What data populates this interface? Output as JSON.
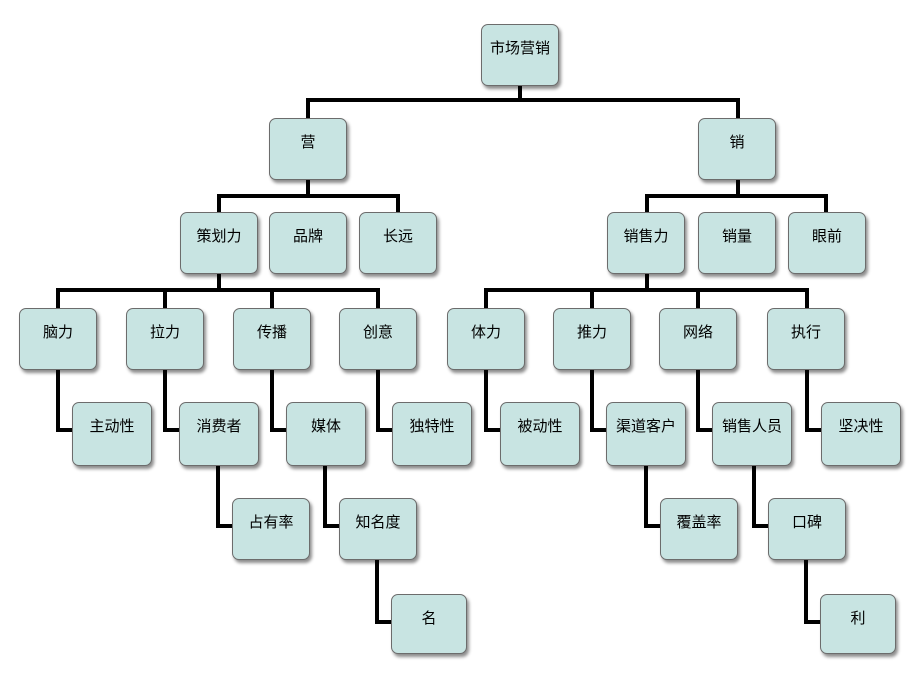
{
  "nodes": {
    "root": "市场营销",
    "ying": "营",
    "xiao": "销",
    "cehuali": "策划力",
    "pinpai": "品牌",
    "changyuan": "长远",
    "xiaoshouli": "销售力",
    "xiaoliang": "销量",
    "yanqian": "眼前",
    "naoli": "脑力",
    "lali": "拉力",
    "chuanbo": "传播",
    "chuangyi": "创意",
    "tili": "体力",
    "tuili": "推力",
    "wangluo": "网络",
    "zhixing": "执行",
    "zhudongxing": "主动性",
    "xiaofeizhe": "消费者",
    "meiti": "媒体",
    "dutexing": "独特性",
    "beidongxing": "被动性",
    "qudaokehu": "渠道客户",
    "xiaoshourenyuan": "销售人员",
    "jianjuexing": "坚决性",
    "zhanyoulv": "占有率",
    "zhimingdu": "知名度",
    "fugailv": "覆盖率",
    "koubei": "口碑",
    "ming": "名",
    "li": "利"
  }
}
